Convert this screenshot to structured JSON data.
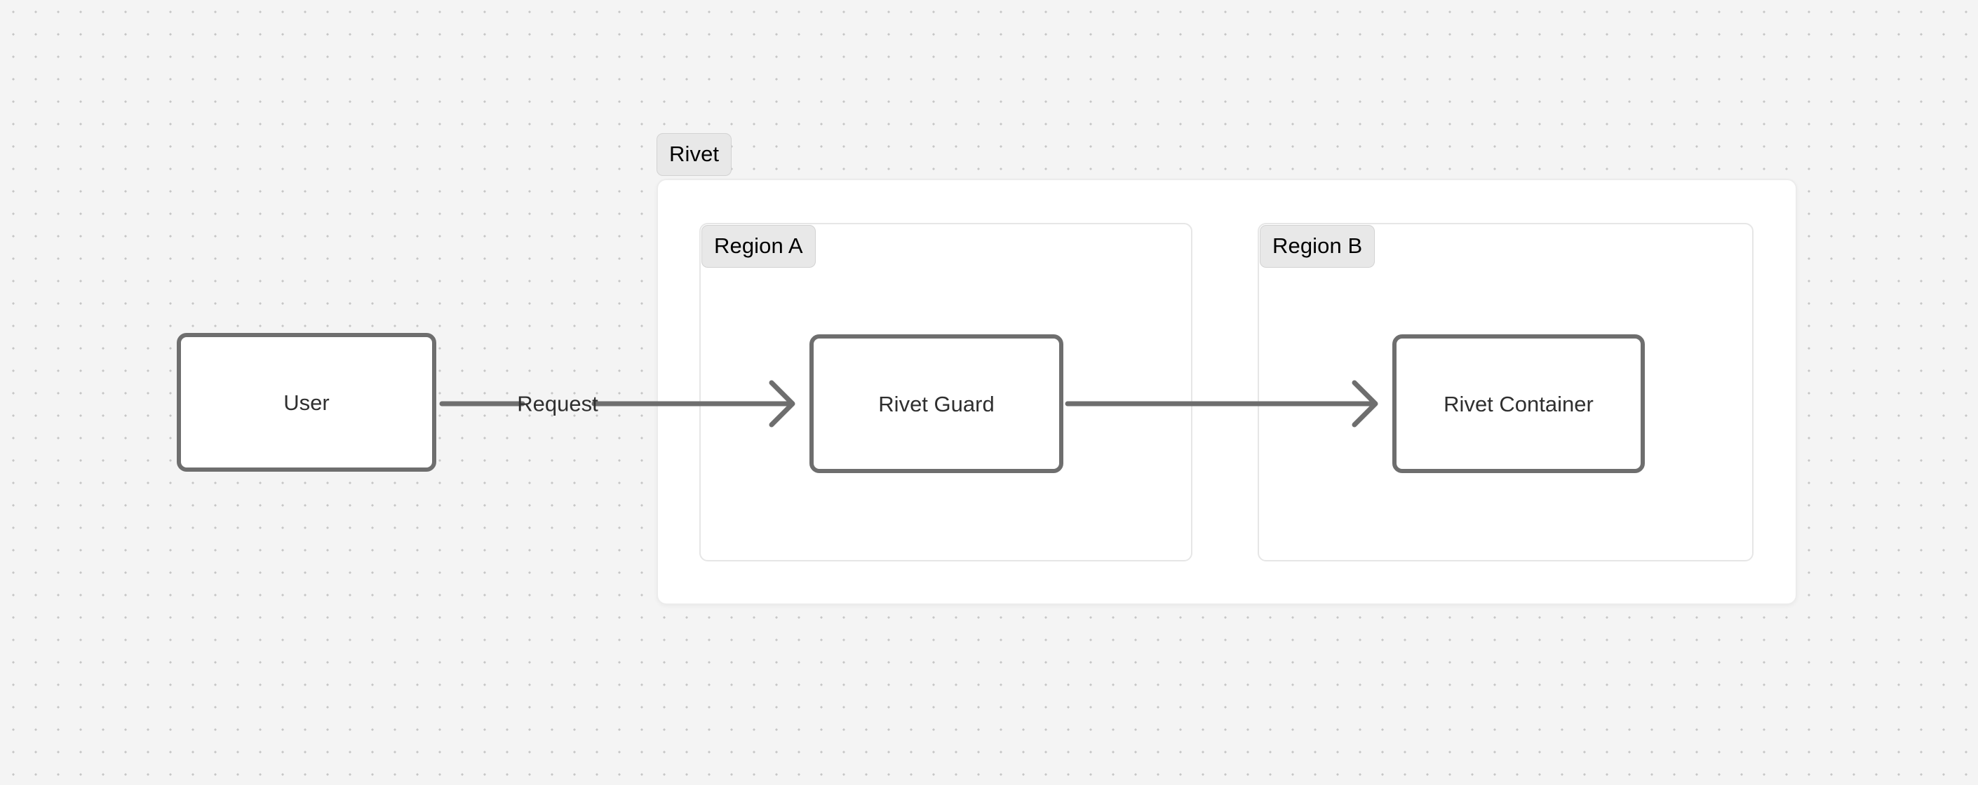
{
  "diagram": {
    "type": "flow-diagram",
    "background": {
      "color": "#f4f4f4",
      "dot_color": "#c6c6c6",
      "dot_spacing": 32
    },
    "groups": [
      {
        "id": "rivet",
        "label": "Rivet",
        "fill": "#ffffff",
        "border_color": "#ececec",
        "children": [
          "region-a",
          "region-b"
        ]
      },
      {
        "id": "region-a",
        "label": "Region A",
        "fill": "transparent",
        "border_color": "#e6e6e6",
        "children": [
          "rivet-guard"
        ]
      },
      {
        "id": "region-b",
        "label": "Region B",
        "fill": "transparent",
        "border_color": "#e6e6e6",
        "children": [
          "rivet-container"
        ]
      }
    ],
    "nodes": [
      {
        "id": "user",
        "label": "User",
        "fill": "#ffffff",
        "border_color": "#6e6e6e",
        "group": null
      },
      {
        "id": "rivet-guard",
        "label": "Rivet Guard",
        "fill": "#ffffff",
        "border_color": "#6e6e6e",
        "group": "region-a"
      },
      {
        "id": "rivet-container",
        "label": "Rivet Container",
        "fill": "#ffffff",
        "border_color": "#6e6e6e",
        "group": "region-b"
      }
    ],
    "edges": [
      {
        "id": "user-to-guard",
        "from": "user",
        "to": "rivet-guard",
        "label": "Request",
        "color": "#6e6e6e",
        "arrowhead": "chevron"
      },
      {
        "id": "guard-to-container",
        "from": "rivet-guard",
        "to": "rivet-container",
        "label": "",
        "color": "#6e6e6e",
        "arrowhead": "chevron"
      }
    ],
    "text_color": "#2f2f2f",
    "badge_text_color": "#000000",
    "badge_fill": "#e8e8e8"
  }
}
